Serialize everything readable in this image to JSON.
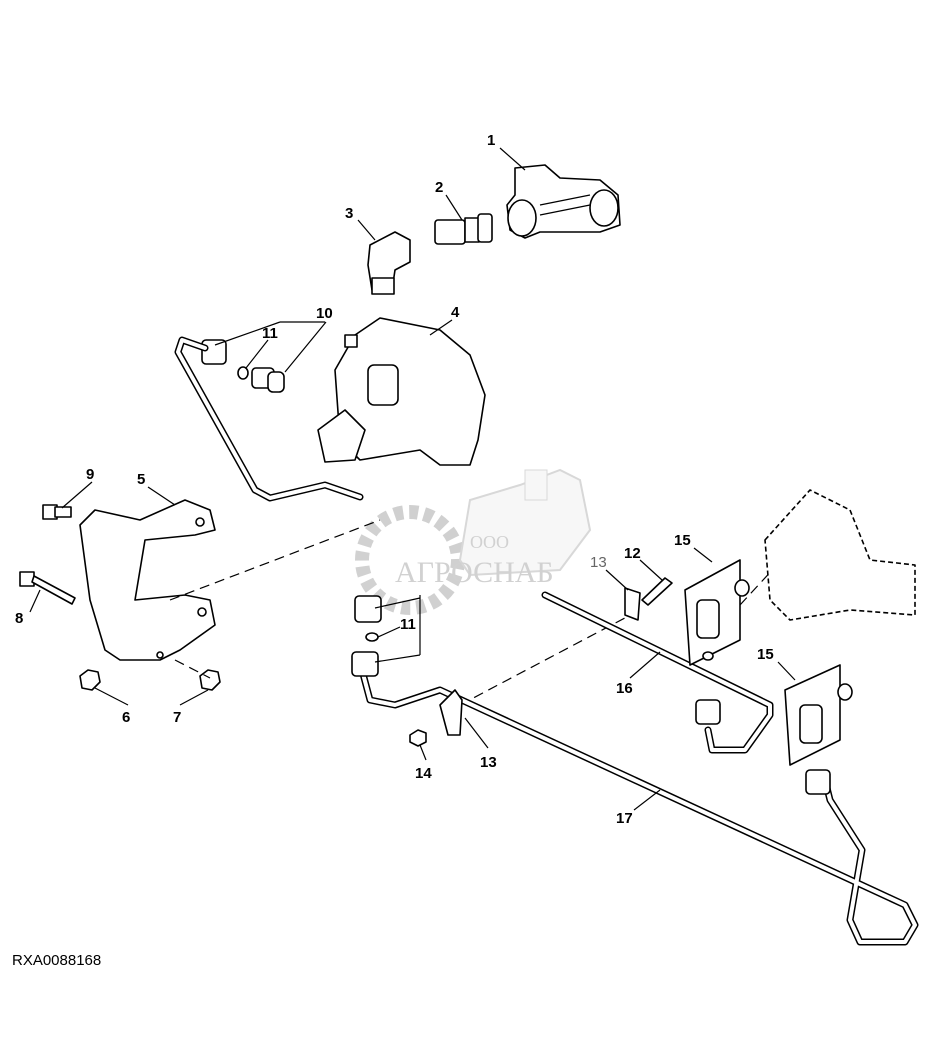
{
  "diagram": {
    "reference_code": "RXA0088168",
    "watermark": {
      "company_prefix": "ООО",
      "company_name": "АГРОСНАБ"
    },
    "callouts": {
      "c1": "1",
      "c2": "2",
      "c3": "3",
      "c4": "4",
      "c5": "5",
      "c6": "6",
      "c7": "7",
      "c8": "8",
      "c9": "9",
      "c10": "10",
      "c11a": "11",
      "c11b": "11",
      "c12": "12",
      "c13a": "13",
      "c13b": "13",
      "c14": "14",
      "c15a": "15",
      "c15b": "15",
      "c16": "16",
      "c17": "17"
    }
  }
}
